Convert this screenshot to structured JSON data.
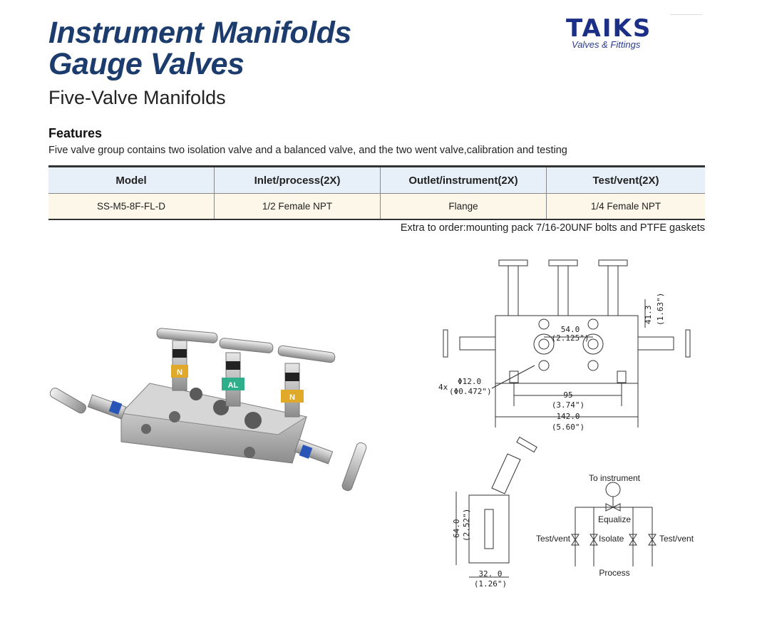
{
  "header": {
    "title_line1": "Instrument Manifolds",
    "title_line2": "Gauge Valves",
    "subtitle": "Five-Valve Manifolds"
  },
  "logo": {
    "name": "TAIKS",
    "tagline": "Valves & Fittings",
    "color": "#1b2f86"
  },
  "features": {
    "heading": "Features",
    "text": "Five valve group contains two isolation valve and a balanced valve, and the two went valve,calibration and testing"
  },
  "spec_table": {
    "headers": [
      "Model",
      "Inlet/process(2X)",
      "Outlet/instrument(2X)",
      "Test/vent(2X)"
    ],
    "rows": [
      [
        "SS-M5-8F-FL-D",
        "1/2 Female NPT",
        "Flange",
        "1/4 Female NPT"
      ]
    ]
  },
  "extra_note": "Extra to order:mounting pack 7/16-20UNF bolts and PTFE gaskets",
  "drawing": {
    "dim_41_3": "41.3",
    "dim_41_3_in": "(1.63\")",
    "dim_54": "54.0",
    "dim_54_in": "(2.125\")",
    "hole_count": "4x",
    "hole_dia": "Φ12.0",
    "hole_dia_in": "(Φ0.472\")",
    "dim_95": "95",
    "dim_95_in": "(3.74\")",
    "dim_142": "142.0",
    "dim_142_in": "(5.60\")",
    "dim_64": "64.0",
    "dim_64_in": "(2.52\")",
    "dim_32": "32. 0",
    "dim_32_in": "(1.26\")"
  },
  "schematic": {
    "to_instrument": "To instrument",
    "equalize": "Equalize",
    "test_vent_left": "Test/vent",
    "isolate": "Isolate",
    "test_vent_right": "Test/vent",
    "process": "Process"
  },
  "photo_tags": [
    "N",
    "AL",
    "N"
  ]
}
